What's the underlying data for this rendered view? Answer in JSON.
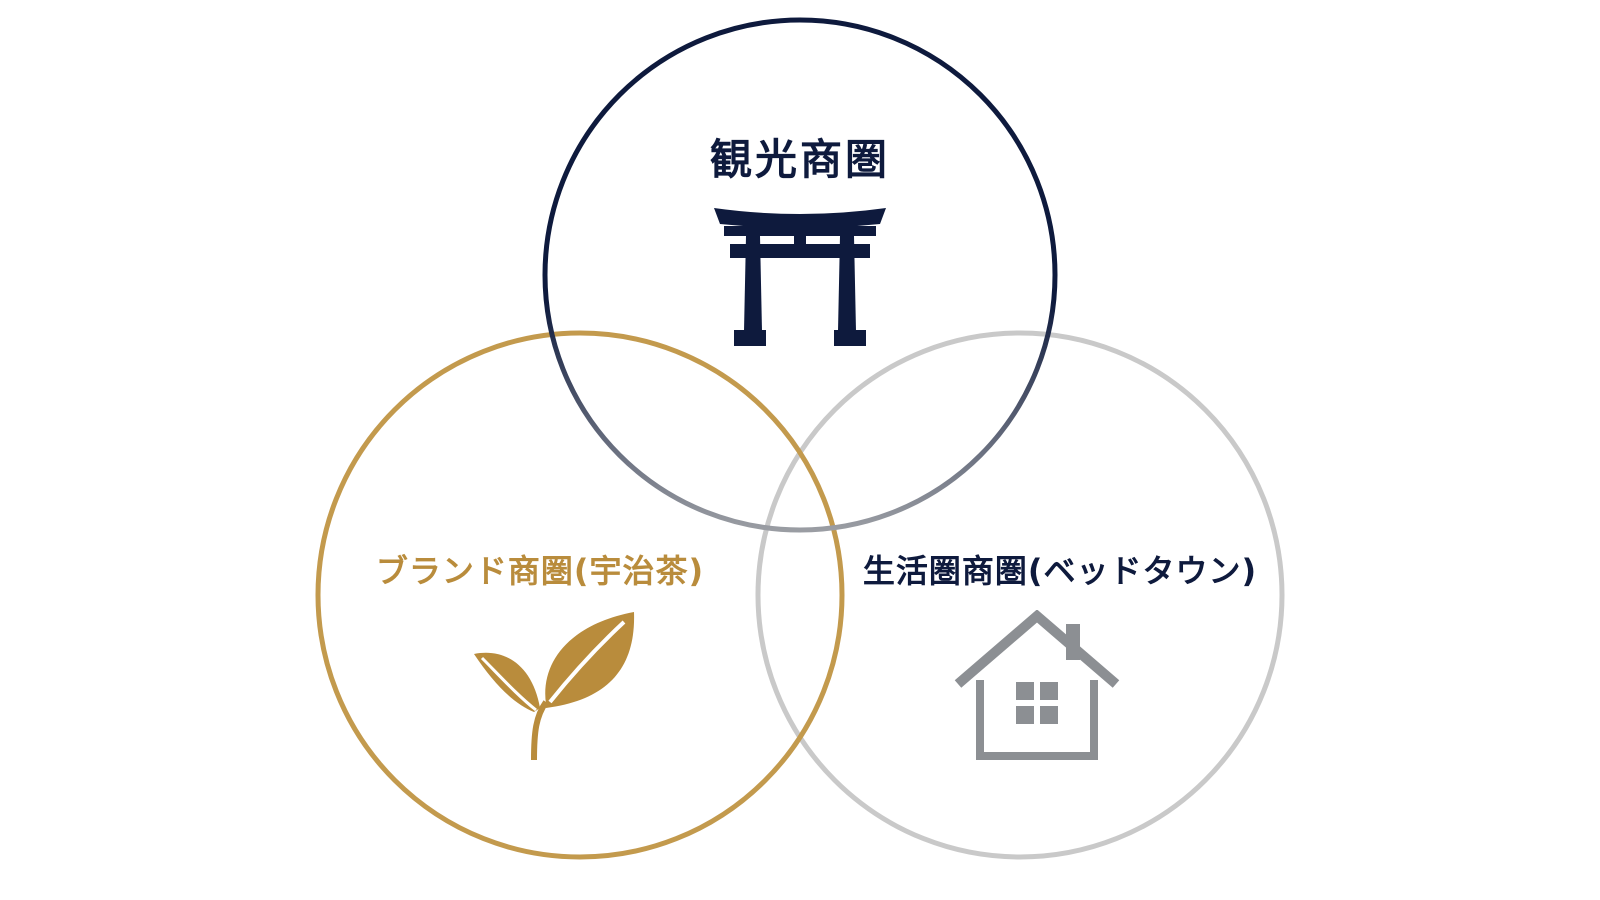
{
  "diagram": {
    "circles": [
      {
        "id": "tourism",
        "label": "観光商圏",
        "icon": "torii-gate-icon",
        "color": "#0e1a3d"
      },
      {
        "id": "brand",
        "label": "ブランド商圏(宇治茶)",
        "icon": "tea-leaf-icon",
        "color": "#b98c3c"
      },
      {
        "id": "living",
        "label": "生活圏商圏(ベッドタウン)",
        "icon": "house-icon",
        "color": "#c4c4c4"
      }
    ],
    "icon_colors": {
      "torii": "#0e1a3d",
      "leaf": "#b98c3c",
      "house": "#8c8f93"
    }
  }
}
